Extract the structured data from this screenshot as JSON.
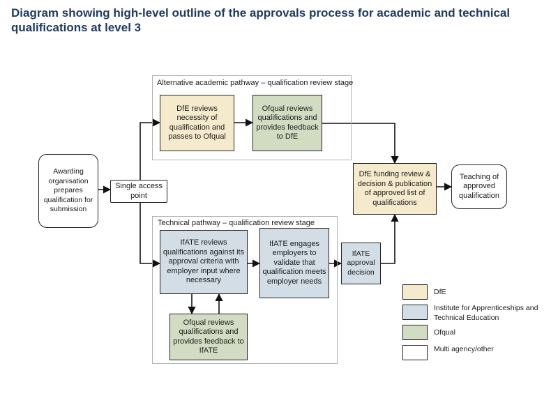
{
  "title": "Diagram showing high-level outline of the approvals process for academic and technical qualifications at level 3",
  "stages": {
    "academic": "Alternative academic pathway – qualification review stage",
    "technical": "Technical pathway – qualification review stage"
  },
  "nodes": {
    "awarding": "Awarding organisation prepares qualification for submission",
    "single_access": "Single access point",
    "dfe_necessity": "DfE reviews necessity of qualification and passes to Ofqual",
    "ofqual_academic": "Ofqual reviews qualifications and provides feedback to DfE",
    "ifate_reviews": "IfATE reviews qualifications against its approval criteria with employer input where necessary",
    "ifate_engages": "IfATE engages employers to validate that qualification meets employer needs",
    "ifate_decision": "IfATE approval decision",
    "ofqual_technical": "Ofqual reviews qualifications and provides feedback to IfATE",
    "dfe_funding": "DfE funding review & decision & publication of approved list of qualifications",
    "teaching": "Teaching of approved qualification"
  },
  "legend": [
    {
      "label": "DfE",
      "color": "#f5ebcc"
    },
    {
      "label": "Institute for Apprenticeships and Technical Education",
      "color": "#d3dde6"
    },
    {
      "label": "Ofqual",
      "color": "#d2dcc3"
    },
    {
      "label": "Multi agency/other",
      "color": "#ffffff"
    }
  ]
}
